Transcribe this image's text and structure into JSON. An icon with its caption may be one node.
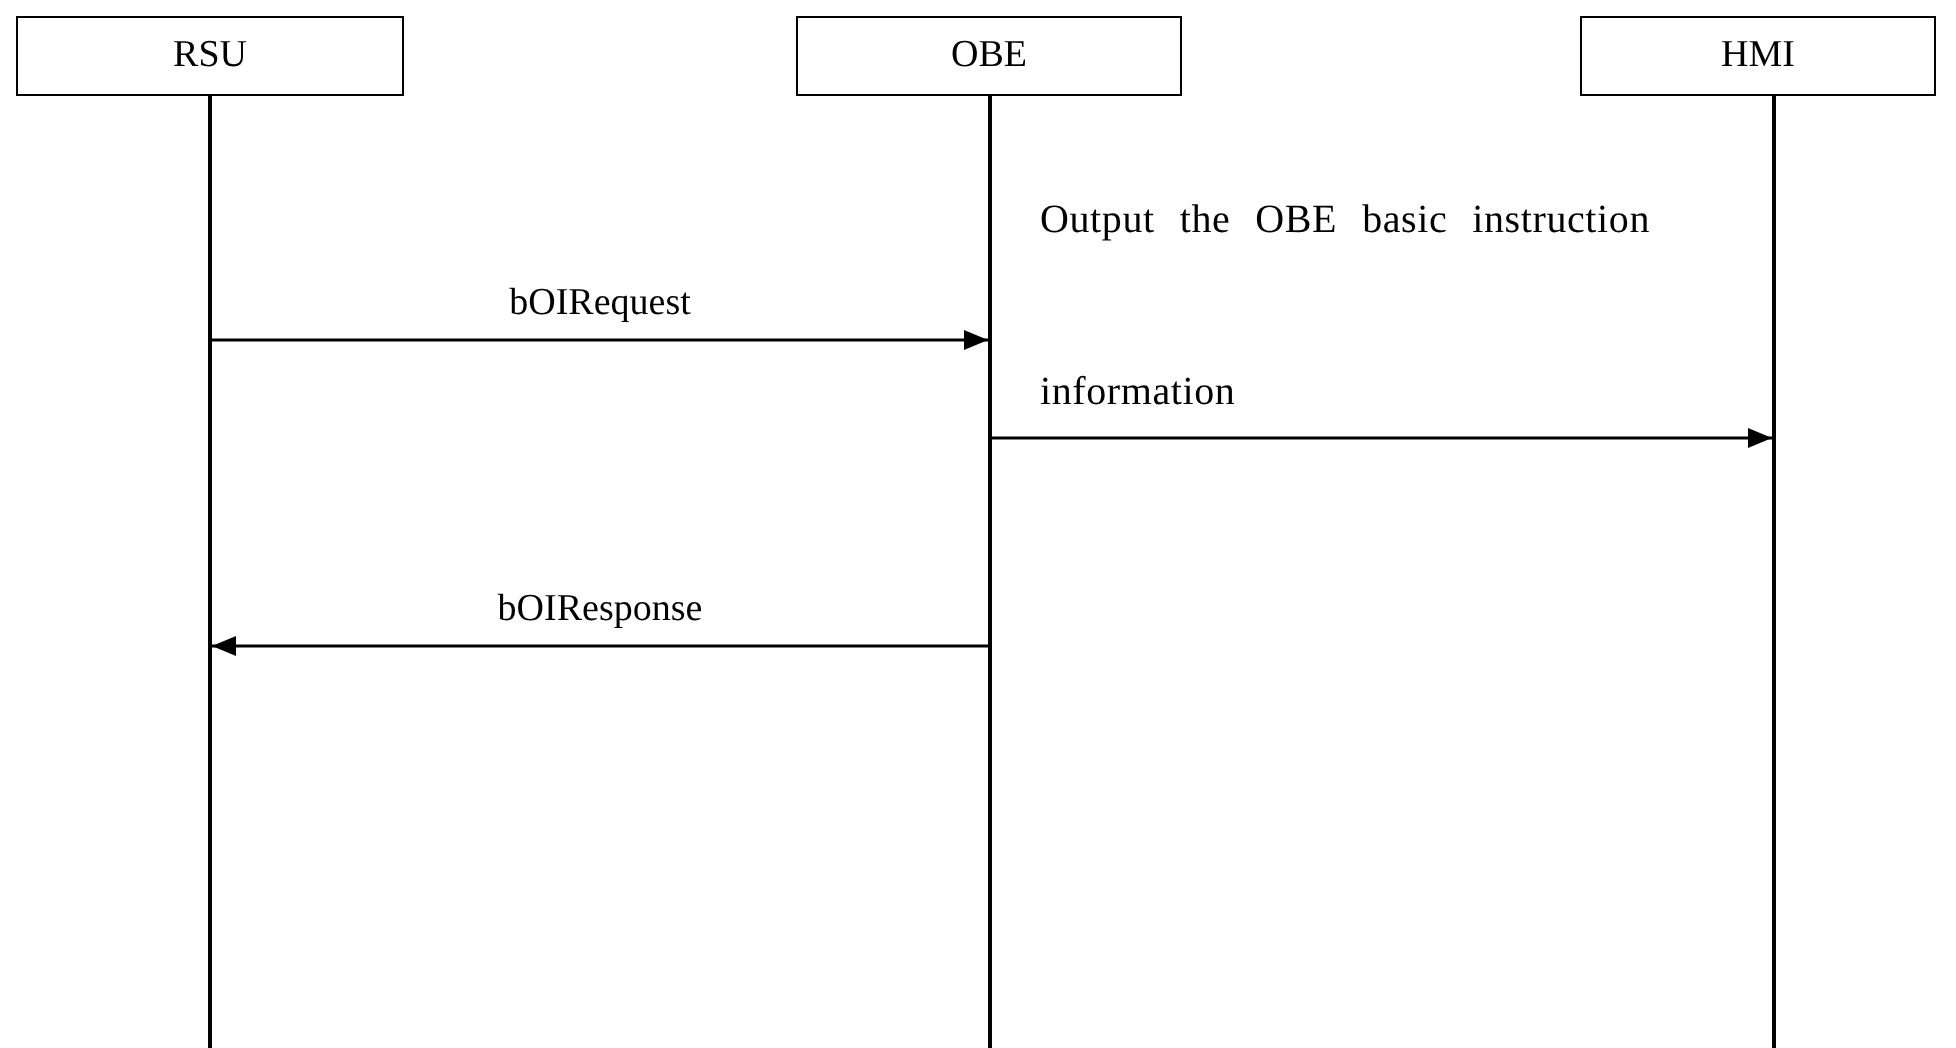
{
  "diagram": {
    "nodes": [
      {
        "text": [
          "RSU"
        ]
      },
      {
        "text": [
          "OBE"
        ]
      },
      {
        "text": [
          "HMI"
        ]
      },
      {
        "text": [],
        "shape": "line"
      },
      {
        "text": [],
        "shape": "line"
      },
      {
        "text": [],
        "shape": "line"
      }
    ],
    "edges": [
      {
        "from": 3,
        "to": 4,
        "arrow": "to",
        "label": "bOIRequest"
      },
      {
        "from": 4,
        "to": 5,
        "arrow": "to",
        "label": "Output the OBE basic instruction information"
      },
      {
        "from": 4,
        "to": 3,
        "arrow": "to",
        "label": "bOIResponse"
      }
    ]
  }
}
